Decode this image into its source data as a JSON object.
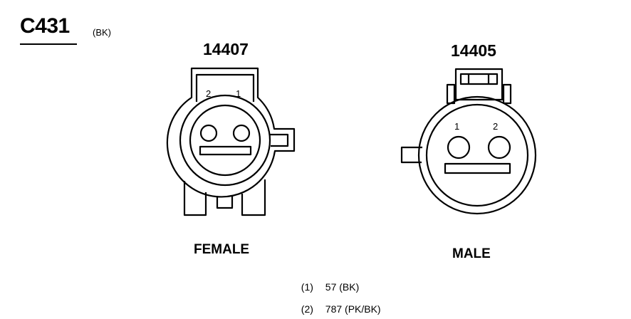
{
  "connector": {
    "id": "C431",
    "color": "(BK)"
  },
  "female": {
    "part_number": "14407",
    "gender_label": "FEMALE",
    "pin_labels": [
      "2",
      "1"
    ]
  },
  "male": {
    "part_number": "14405",
    "gender_label": "MALE",
    "pin_labels": [
      "1",
      "2"
    ]
  },
  "circuits": [
    {
      "pin": "(1)",
      "circuit": "57 (BK)"
    },
    {
      "pin": "(2)",
      "circuit": "787 (PK/BK)"
    }
  ],
  "line_color": "#000000"
}
